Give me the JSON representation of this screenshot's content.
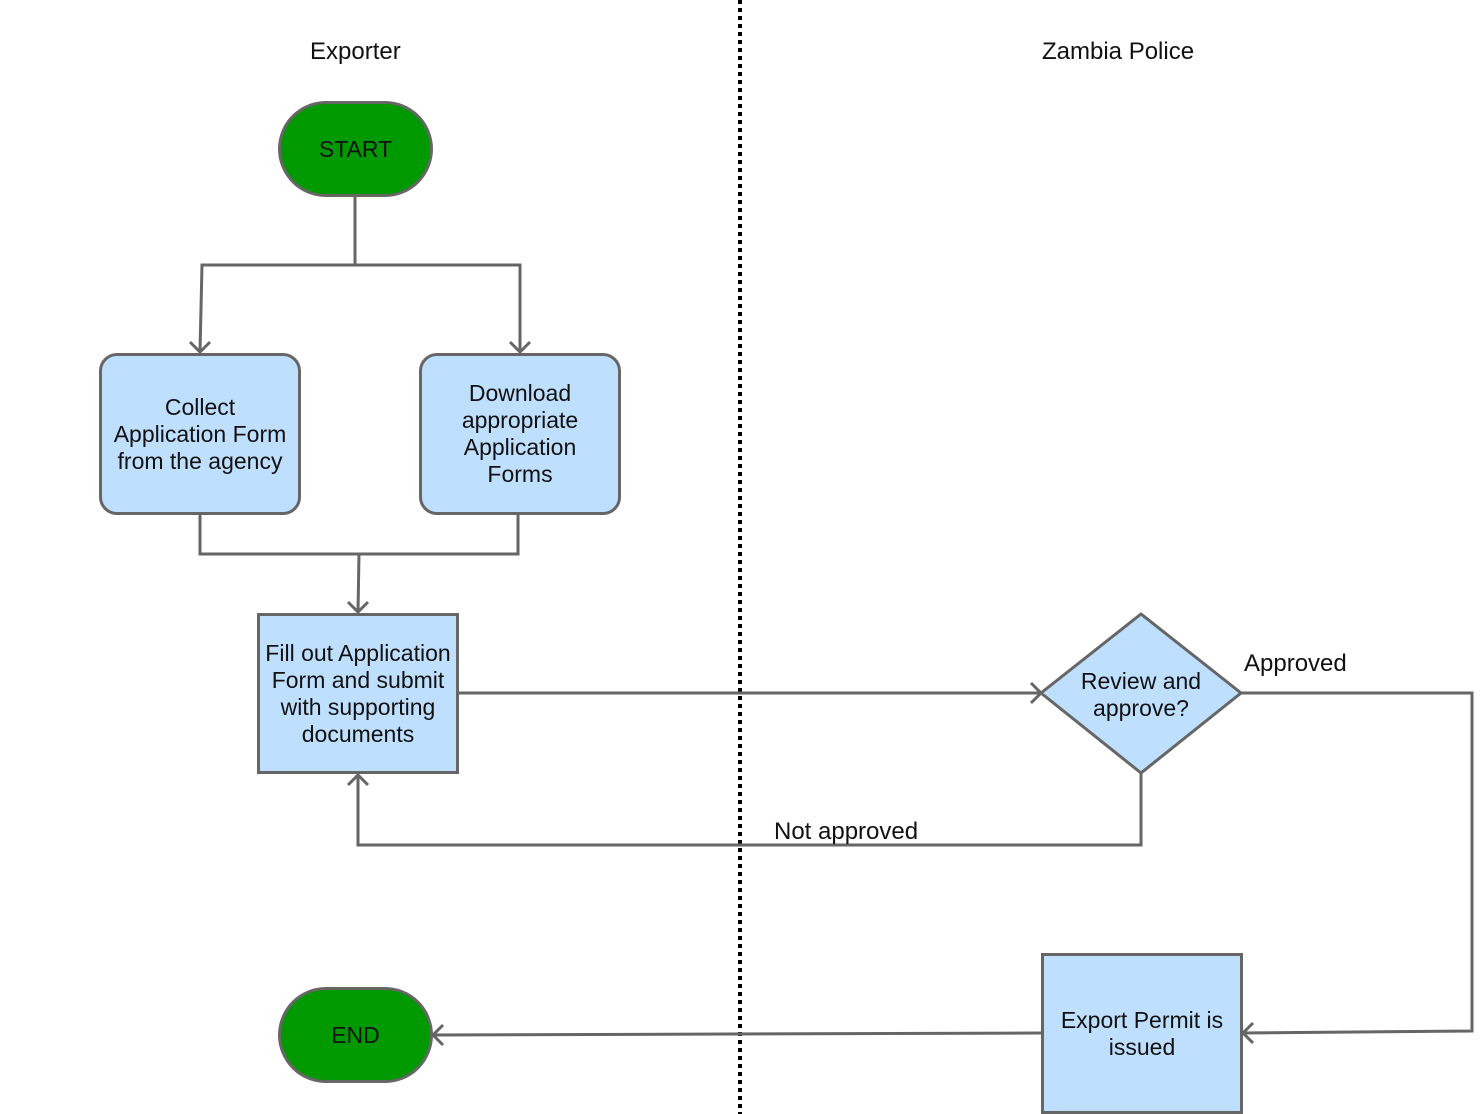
{
  "lanes": [
    {
      "title": "Exporter"
    },
    {
      "title": "Zambia Police"
    }
  ],
  "nodes": {
    "start": "START",
    "collect": "Collect Application Form from the agency",
    "download": "Download appropriate Application Forms",
    "fill": "Fill out Application Form and submit with supporting documents",
    "review": "Review and approve?",
    "permit": "Export Permit is issued",
    "end": "END"
  },
  "edge_labels": {
    "approved": "Approved",
    "not_approved": "Not approved"
  },
  "colors": {
    "terminal": "#009900",
    "process": "#bfdfff",
    "stroke": "#666666"
  }
}
